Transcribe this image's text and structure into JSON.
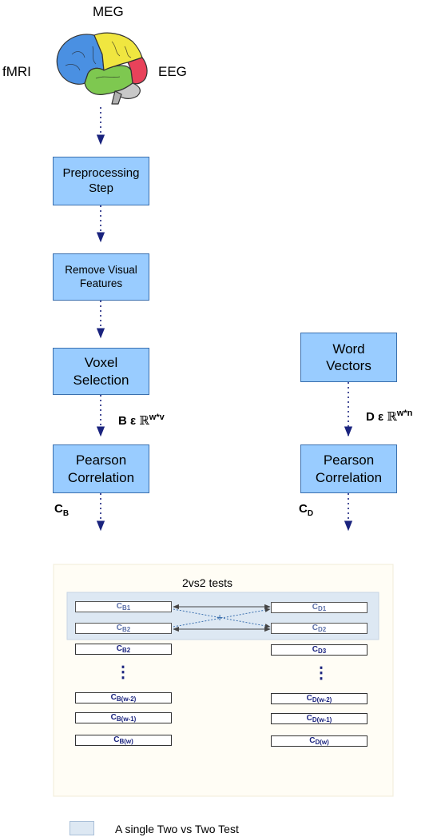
{
  "modalities": {
    "top": "MEG",
    "left": "fMRI",
    "right": "EEG"
  },
  "left_pipeline": [
    {
      "lines": [
        "Preprocessing",
        "Step"
      ]
    },
    {
      "lines": [
        "Remove Visual",
        "Features"
      ]
    },
    {
      "lines": [
        "Voxel",
        "Selection"
      ]
    },
    {
      "lines": [
        "Pearson",
        "Correlation"
      ]
    }
  ],
  "right_pipeline": [
    {
      "lines": [
        "Word",
        "Vectors"
      ]
    },
    {
      "lines": [
        "Pearson",
        "Correlation"
      ]
    }
  ],
  "matrix_labels": {
    "B": {
      "symbol": "B ε ",
      "set": "ℝ",
      "exp": "w*v"
    },
    "D": {
      "symbol": "D ε ",
      "set": "ℝ",
      "exp": "w*n"
    }
  },
  "output_labels": {
    "left": {
      "base": "C",
      "sub": "B"
    },
    "right": {
      "base": "C",
      "sub": "D"
    }
  },
  "test_panel": {
    "title": "2vs2 tests",
    "cross_symbol": "+",
    "ellipsis": "⋮",
    "left_cells": [
      {
        "base": "C",
        "sub": "B1"
      },
      {
        "base": "C",
        "sub": "B2"
      },
      {
        "base": "C",
        "sub": "B2"
      },
      {
        "base": "C",
        "sub": "B(w-2)"
      },
      {
        "base": "C",
        "sub": "B(w-1)"
      },
      {
        "base": "C",
        "sub": "B(w)"
      }
    ],
    "right_cells": [
      {
        "base": "C",
        "sub": "D1"
      },
      {
        "base": "C",
        "sub": "D2"
      },
      {
        "base": "C",
        "sub": "D3"
      },
      {
        "base": "C",
        "sub": "D(w-2)"
      },
      {
        "base": "C",
        "sub": "D(w-1)"
      },
      {
        "base": "C",
        "sub": "D(w)"
      }
    ]
  },
  "legend": {
    "label": "A single Two vs Two Test"
  },
  "colors": {
    "box_fill": "#99ccff",
    "box_border": "#3a6fae",
    "arrow": "#1a237e",
    "panel_bg": "#fffdf5",
    "highlight": "#dde8f3"
  }
}
